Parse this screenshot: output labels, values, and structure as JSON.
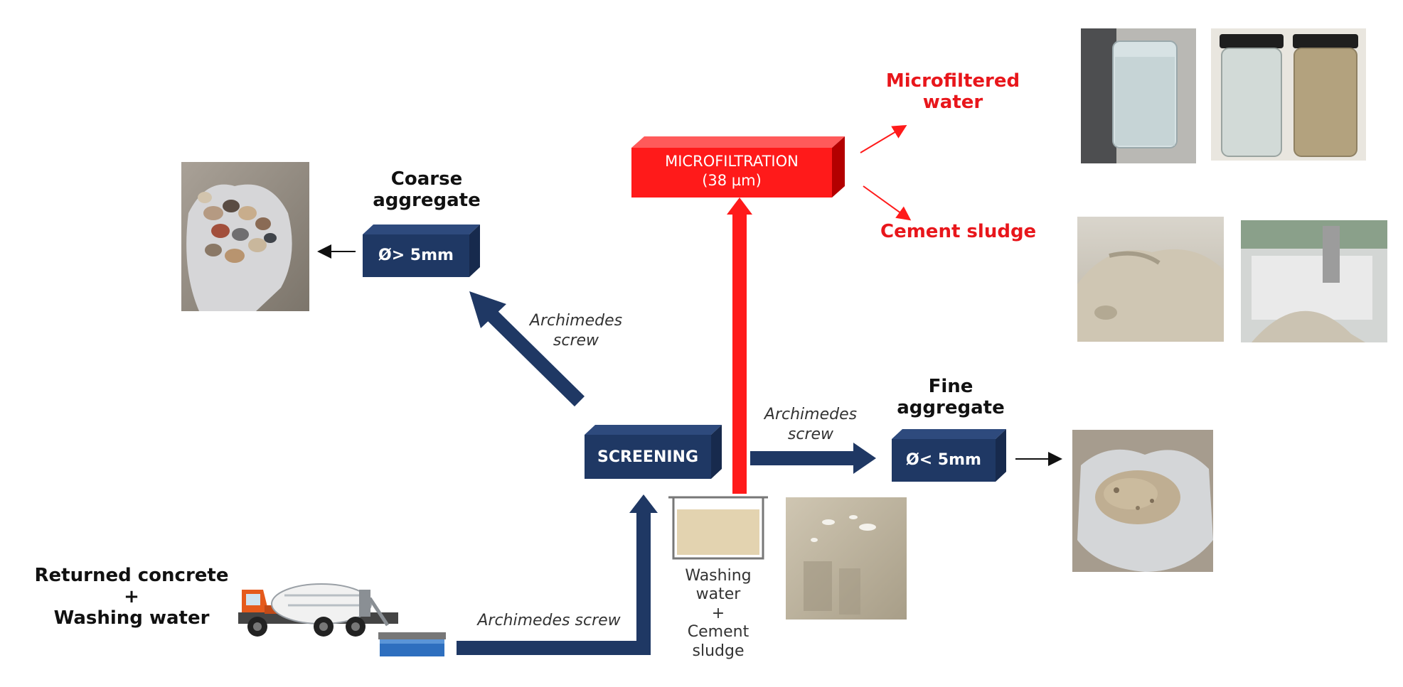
{
  "input": {
    "line1": "Returned concrete",
    "plus": "+",
    "line2": "Washing water"
  },
  "screening": {
    "label": "SCREENING"
  },
  "coarse": {
    "title_line1": "Coarse",
    "title_line2": "aggregate",
    "box_label": "Ø> 5mm"
  },
  "fine": {
    "title_line1": "Fine",
    "title_line2": "aggregate",
    "box_label": "Ø< 5mm"
  },
  "microfiltration": {
    "line1": "MICROFILTRATION",
    "line2": "(38 µm)"
  },
  "outputs": {
    "water_line1": "Microfiltered",
    "water_line2": "water",
    "sludge": "Cement sludge"
  },
  "screws": {
    "coarse_line1": "Archimedes",
    "coarse_line2": "screw",
    "fine_line1": "Archimedes",
    "fine_line2": "screw",
    "input": "Archimedes screw"
  },
  "tank": {
    "line1": "Washing",
    "line2": "water",
    "line3": "+",
    "line4": "Cement",
    "line5": "sludge"
  },
  "colors": {
    "navy": "#1f3864",
    "red": "#ff1a1a",
    "label_red": "#e8161b",
    "sludge": "#e3d3b0"
  }
}
